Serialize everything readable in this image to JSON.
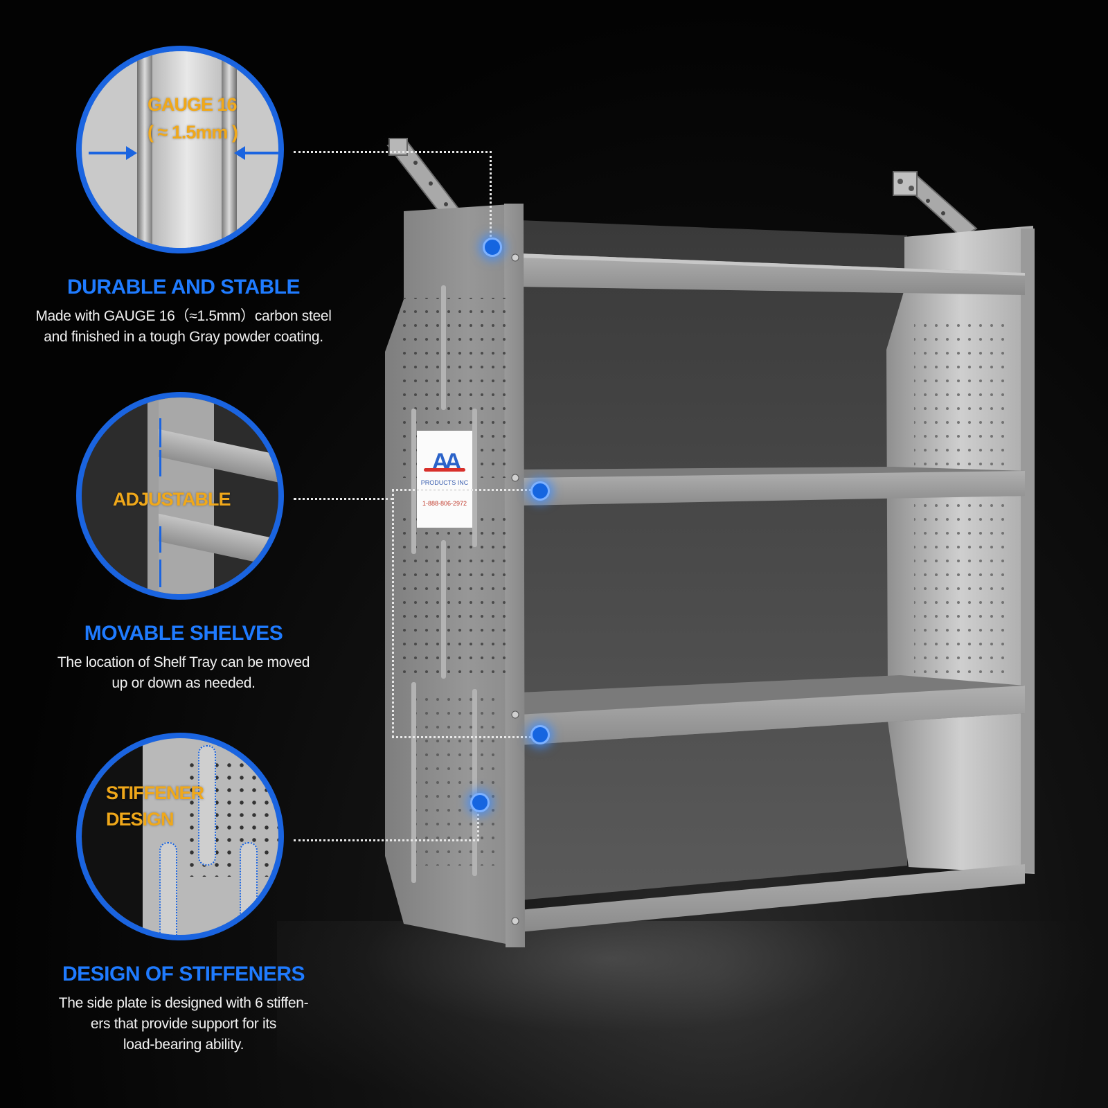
{
  "callouts": [
    {
      "zoom_label_line1": "GAUGE 16",
      "zoom_label_line2": "( ≈ 1.5mm )",
      "title": "DURABLE AND STABLE",
      "desc_lines": [
        "Made with GAUGE 16（≈1.5mm）carbon steel",
        "and finished in a tough Gray powder coating."
      ]
    },
    {
      "zoom_label_line1": "ADJUSTABLE",
      "title": "MOVABLE SHELVES",
      "desc_lines": [
        "The location of Shelf Tray can be moved",
        "up or down as needed."
      ]
    },
    {
      "zoom_label_line1": "STIFFENER",
      "zoom_label_line2": "DESIGN",
      "title": "DESIGN OF STIFFENERS",
      "desc_lines": [
        "The side plate is designed with 6 stiffen-",
        "ers that provide support for its",
        "load-bearing ability."
      ]
    }
  ],
  "product_label": {
    "brand": "AA",
    "company": "PRODUCTS INC",
    "phone": "1-888-806-2972"
  },
  "colors": {
    "accent_blue": "#1f7bff",
    "ring_blue": "#1a64e0",
    "label_orange": "#f0a81a",
    "steel_gray": "#8d8d8d"
  }
}
